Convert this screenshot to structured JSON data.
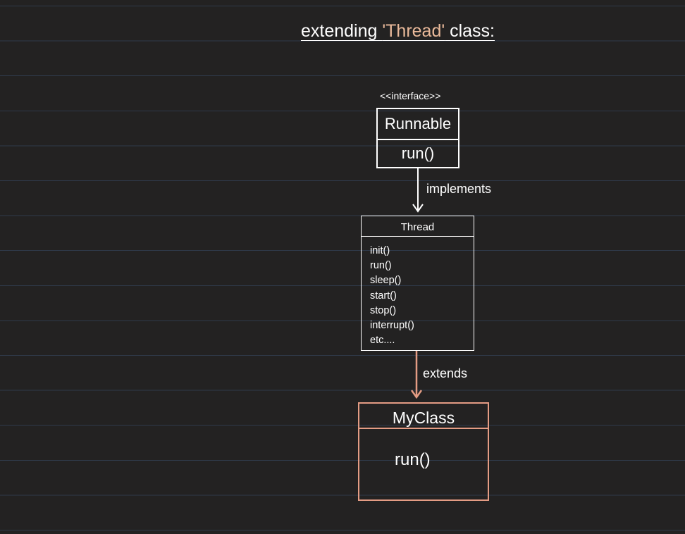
{
  "title": {
    "prefix": "extending ",
    "accent": "'Thread'",
    "suffix": " class:"
  },
  "runnable": {
    "stereotype": "<<interface>>",
    "name": "Runnable",
    "method": "run()"
  },
  "implements_label": "implements",
  "thread": {
    "name": "Thread",
    "methods": [
      "init()",
      "run()",
      "sleep()",
      "start()",
      "stop()",
      "interrupt()",
      "etc...."
    ]
  },
  "extends_label": "extends",
  "myclass": {
    "name": "MyClass",
    "method": "run()"
  },
  "colors": {
    "background": "#232222",
    "accent": "#e9b99a",
    "myclass_border": "#e49c84",
    "line_white": "#ffffff"
  }
}
